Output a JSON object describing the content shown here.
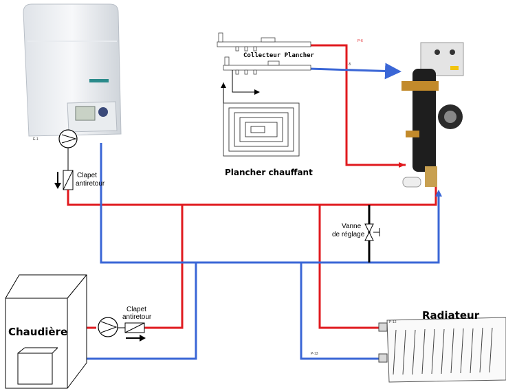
{
  "labels": {
    "collecteur": "Collecteur Plancher",
    "plancher": "Plancher chauffant",
    "chaudiere": "Chaudière",
    "radiateur": "Radiateur",
    "clapet1_line1": "Clapet",
    "clapet1_line2": "antiretour",
    "clapet2_line1": "Clapet",
    "clapet2_line2": "antiretour",
    "vanne_line1": "Vanne",
    "vanne_line2": "de réglage",
    "tag_e1": "E-1",
    "tag_p6": "P-6",
    "tag_p5": "-5",
    "tag_p12": "P-12",
    "tag_p13": "P-13"
  },
  "colors": {
    "supply": "#e0191e",
    "return": "#3a66d6",
    "valve_line": "#000000"
  },
  "icons": [
    "wall-boiler-icon",
    "pump-icon",
    "check-valve-icon",
    "manifold-icon",
    "radiant-coil-icon",
    "mixing-group-icon",
    "boiler-icon",
    "radiator-icon",
    "balancing-valve-icon"
  ]
}
